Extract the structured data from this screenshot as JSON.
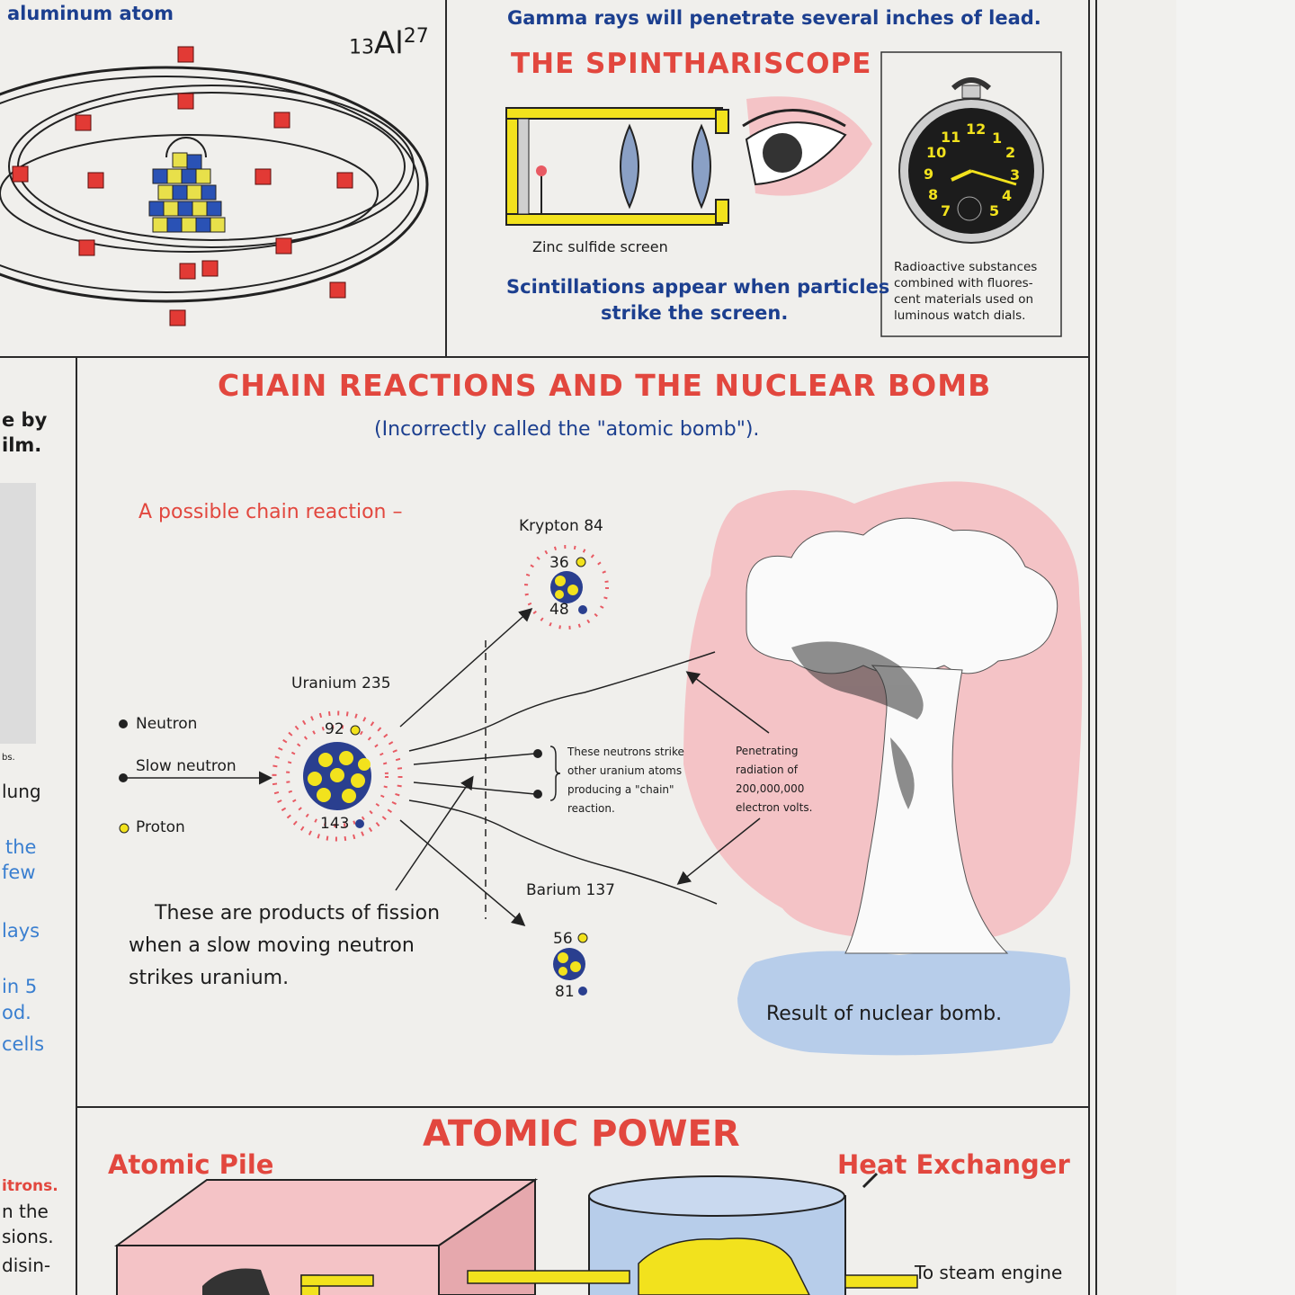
{
  "aluminum": {
    "label": "aluminum atom",
    "symbol_prefix": "13",
    "symbol": "Al",
    "symbol_suffix": "27"
  },
  "spinthariscope": {
    "gamma_text": "Gamma rays will penetrate several inches of lead.",
    "title": "THE SPINTHARISCOPE",
    "screen_label": "Zinc sulfide screen",
    "caption_line1": "Scintillations appear when particles",
    "caption_line2": "strike the screen.",
    "watch_caption": [
      "Radioactive substances",
      "combined with fluores-",
      "cent materials used on",
      "luminous watch dials."
    ],
    "watch_numbers": [
      "12",
      "1",
      "2",
      "3",
      "4",
      "5",
      "7",
      "8",
      "9",
      "10",
      "11"
    ]
  },
  "left_fragments": {
    "t1": "e by",
    "t2": "ilm.",
    "t3": "bs.",
    "t4": "lung",
    "t5": "the",
    "t6": "few",
    "t7": "lays",
    "t8": "in 5",
    "t9": "od.",
    "t10": "cells",
    "t11": "itrons.",
    "t12": "n the",
    "t13": "sions.",
    "t14": "disin-"
  },
  "chain": {
    "title": "CHAIN REACTIONS AND THE NUCLEAR BOMB",
    "subtitle": "(Incorrectly called the \"atomic bomb\").",
    "possible": "A possible chain reaction –",
    "legend_neutron": "Neutron",
    "legend_slow": "Slow neutron",
    "legend_proton": "Proton",
    "uranium_label": "Uranium 235",
    "uranium_protons": "92",
    "uranium_neutrons": "143",
    "krypton_label": "Krypton 84",
    "krypton_protons": "36",
    "krypton_neutrons": "48",
    "barium_label": "Barium 137",
    "barium_protons": "56",
    "barium_neutrons": "81",
    "neutrons_note": [
      "These neutrons strike",
      "other uranium atoms",
      "producing a \"chain\"",
      "reaction."
    ],
    "radiation_note": [
      "Penetrating",
      "radiation of",
      "200,000,000",
      "electron volts."
    ],
    "fission_text": [
      "These are products of fission",
      "when a slow moving neutron",
      "strikes uranium."
    ],
    "bomb_caption": "Result of nuclear bomb."
  },
  "power": {
    "title": "ATOMIC POWER",
    "pile_label": "Atomic Pile",
    "exchanger_label": "Heat Exchanger",
    "steam_label": "To steam engine"
  },
  "colors": {
    "red": "#e2473e",
    "blue": "#1c3f8f",
    "pink": "#f4c3c6",
    "light_blue": "#b7cdea",
    "yellow": "#f2e21d"
  }
}
